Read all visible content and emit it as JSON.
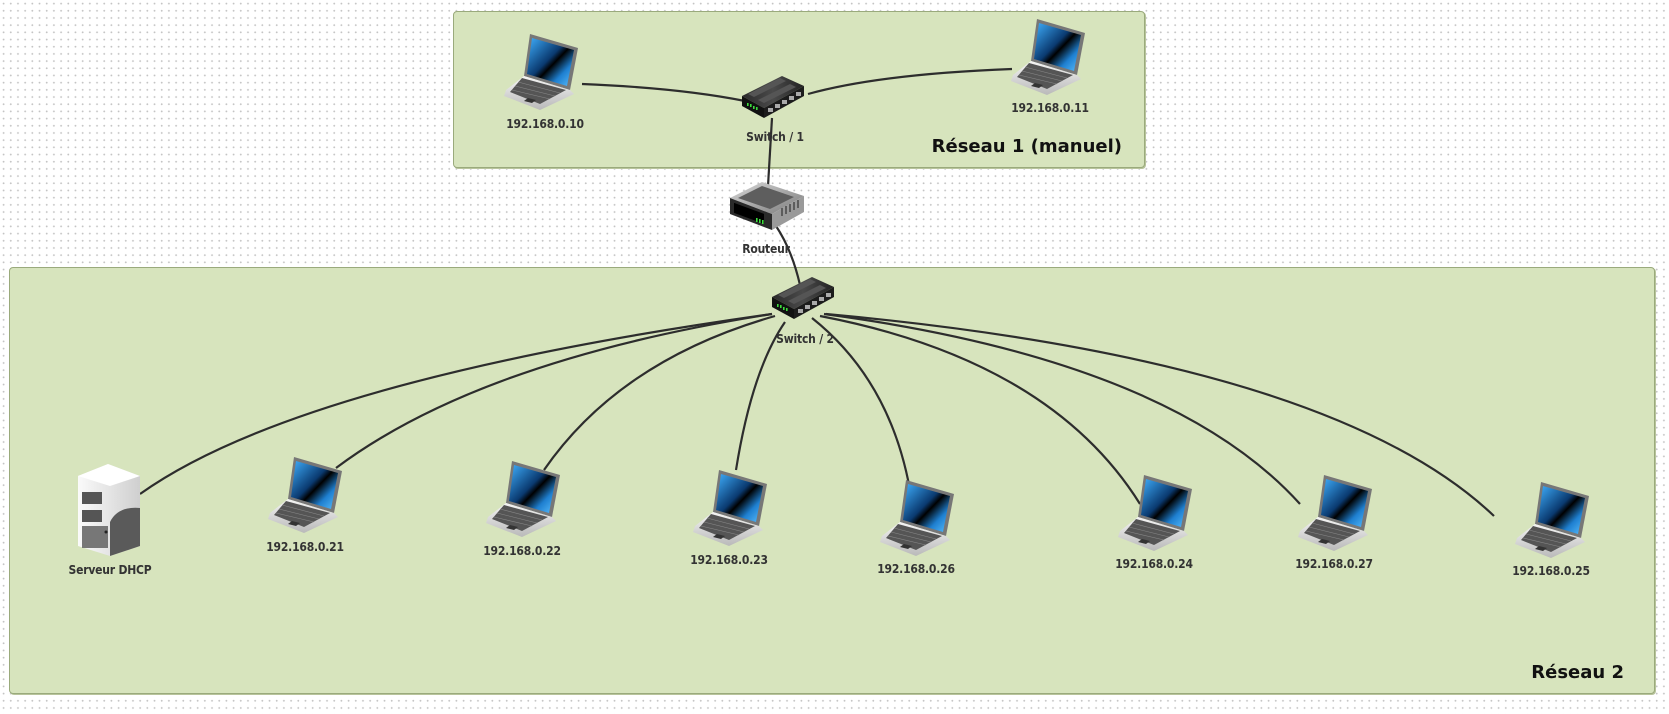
{
  "diagram": {
    "zones": [
      {
        "id": "zone1",
        "title": "Réseau 1 (manuel)",
        "fill": "#d7e4bd"
      },
      {
        "id": "zone2",
        "title": "Réseau 2",
        "fill": "#d7e4bd"
      }
    ],
    "nodes": {
      "laptop_10": {
        "type": "laptop-icon",
        "label": "192.168.0.10",
        "network": "Réseau 1 (manuel)"
      },
      "laptop_11": {
        "type": "laptop-icon",
        "label": "192.168.0.11",
        "network": "Réseau 1 (manuel)"
      },
      "switch_1": {
        "type": "switch-icon",
        "label": "Switch / 1",
        "network": "Réseau 1 (manuel)"
      },
      "router": {
        "type": "router-icon",
        "label": "Routeur"
      },
      "switch_2": {
        "type": "switch-icon",
        "label": "Switch / 2",
        "network": "Réseau 2"
      },
      "dhcp": {
        "type": "server-icon",
        "label": "Serveur DHCP",
        "network": "Réseau 2"
      },
      "laptop_21": {
        "type": "laptop-icon",
        "label": "192.168.0.21",
        "network": "Réseau 2"
      },
      "laptop_22": {
        "type": "laptop-icon",
        "label": "192.168.0.22",
        "network": "Réseau 2"
      },
      "laptop_23": {
        "type": "laptop-icon",
        "label": "192.168.0.23",
        "network": "Réseau 2"
      },
      "laptop_26": {
        "type": "laptop-icon",
        "label": "192.168.0.26",
        "network": "Réseau 2"
      },
      "laptop_24": {
        "type": "laptop-icon",
        "label": "192.168.0.24",
        "network": "Réseau 2"
      },
      "laptop_27": {
        "type": "laptop-icon",
        "label": "192.168.0.27",
        "network": "Réseau 2"
      },
      "laptop_25": {
        "type": "laptop-icon",
        "label": "192.168.0.25",
        "network": "Réseau 2"
      }
    },
    "links": [
      [
        "laptop_10",
        "switch_1"
      ],
      [
        "switch_1",
        "laptop_11"
      ],
      [
        "switch_1",
        "router"
      ],
      [
        "router",
        "switch_2"
      ],
      [
        "switch_2",
        "dhcp"
      ],
      [
        "switch_2",
        "laptop_21"
      ],
      [
        "switch_2",
        "laptop_22"
      ],
      [
        "switch_2",
        "laptop_23"
      ],
      [
        "switch_2",
        "laptop_26"
      ],
      [
        "switch_2",
        "laptop_24"
      ],
      [
        "switch_2",
        "laptop_27"
      ],
      [
        "switch_2",
        "laptop_25"
      ]
    ],
    "colors": {
      "zone_fill": "#d7e4bd",
      "zone_border": "#9aaa7c",
      "link": "#2d2d2d",
      "screen": "#1a8fe0",
      "led": "#3ddc3d"
    }
  }
}
